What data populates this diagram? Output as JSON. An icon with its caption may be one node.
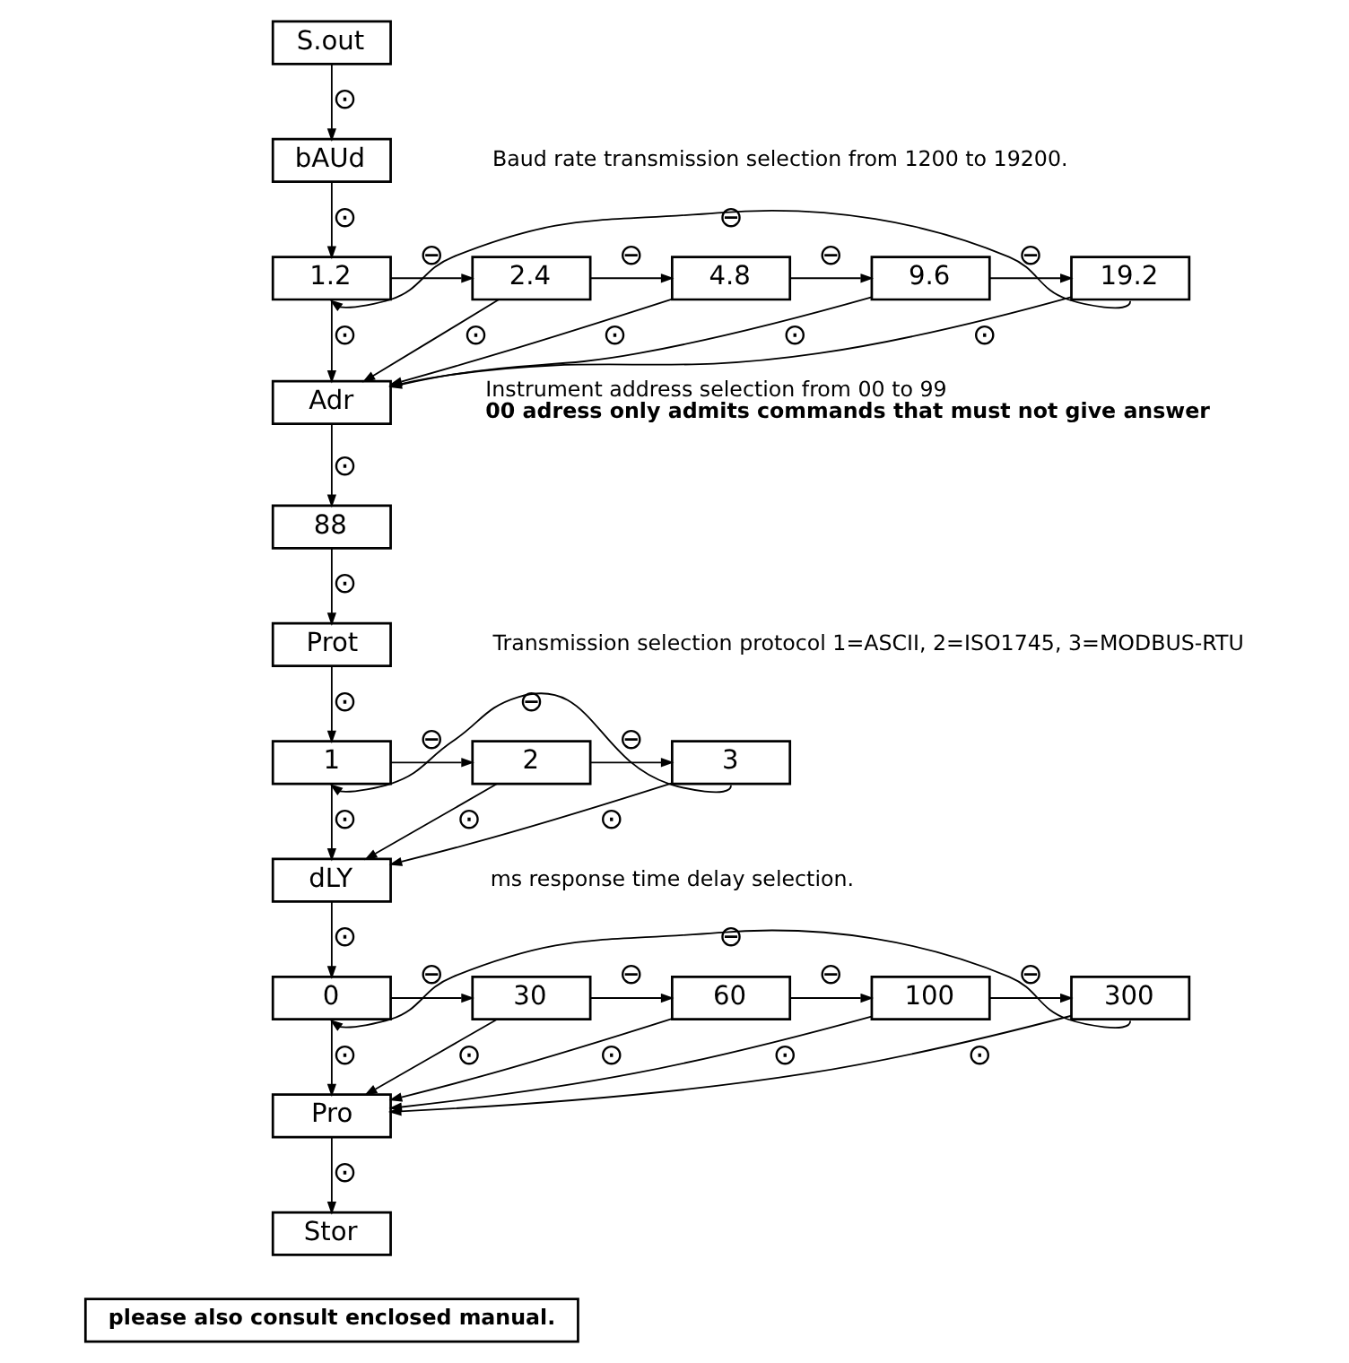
{
  "diagram": {
    "nodes": [
      {
        "text": [
          "S.out"
        ]
      },
      {
        "text": [
          "bAUd"
        ]
      },
      {
        "text": [
          "1.2"
        ]
      },
      {
        "text": [
          "2.4"
        ]
      },
      {
        "text": [
          "4.8"
        ]
      },
      {
        "text": [
          "9.6"
        ]
      },
      {
        "text": [
          "19.2"
        ]
      },
      {
        "text": [
          "Adr"
        ],
        "beside": [
          "Instrument address selection from 00 to 99",
          "00 adress only admits commands that must not give answer"
        ]
      },
      {
        "text": [
          "88"
        ]
      },
      {
        "text": [
          "Prot"
        ]
      },
      {
        "text": [
          "1"
        ]
      },
      {
        "text": [
          "2"
        ]
      },
      {
        "text": [
          "3"
        ]
      },
      {
        "text": [
          "dLY"
        ]
      },
      {
        "text": [
          "0"
        ]
      },
      {
        "text": [
          "30"
        ]
      },
      {
        "text": [
          "60"
        ]
      },
      {
        "text": [
          "100"
        ]
      },
      {
        "text": [
          "300"
        ]
      },
      {
        "text": [
          "Pro"
        ]
      },
      {
        "text": [
          "Stor"
        ]
      },
      {
        "text": [
          "please also consult enclosed manual."
        ]
      }
    ],
    "labels": [
      "Baud rate transmission selection from 1200 to 19200.",
      "Transmission selection protocol 1=ASCII, 2=ISO1745, 3=MODBUS-RTU",
      "ms response time delay selection."
    ],
    "edges": [
      {
        "from": 0,
        "to": 1,
        "arrow": "to",
        "label": "⊙"
      },
      {
        "from": 1,
        "to": 2,
        "arrow": "to",
        "label": "⊙"
      },
      {
        "from": 2,
        "to": 3,
        "arrow": "to",
        "label": "⊖"
      },
      {
        "from": 3,
        "to": 4,
        "arrow": "to",
        "label": "⊖"
      },
      {
        "from": 4,
        "to": 5,
        "arrow": "to",
        "label": "⊖"
      },
      {
        "from": 5,
        "to": 6,
        "arrow": "to",
        "label": "⊖"
      },
      {
        "from": 6,
        "to": 2,
        "arrow": "to",
        "label": "⊖"
      },
      {
        "from": 2,
        "to": 7,
        "arrow": "to",
        "label": "⊙"
      },
      {
        "from": 3,
        "to": 7,
        "arrow": "to",
        "label": "⊙"
      },
      {
        "from": 4,
        "to": 7,
        "arrow": "to",
        "label": "⊙"
      },
      {
        "from": 5,
        "to": 7,
        "arrow": "to",
        "label": "⊙"
      },
      {
        "from": 6,
        "to": 7,
        "arrow": "to",
        "label": "⊙"
      },
      {
        "from": 7,
        "to": 8,
        "arrow": "to",
        "label": "⊙"
      },
      {
        "from": 8,
        "to": 9,
        "arrow": "to",
        "label": "⊙"
      },
      {
        "from": 9,
        "to": 10,
        "arrow": "to",
        "label": "⊙"
      },
      {
        "from": 10,
        "to": 11,
        "arrow": "to",
        "label": "⊖"
      },
      {
        "from": 11,
        "to": 12,
        "arrow": "to",
        "label": "⊖"
      },
      {
        "from": 12,
        "to": 10,
        "arrow": "to",
        "label": "⊖"
      },
      {
        "from": 10,
        "to": 13,
        "arrow": "to",
        "label": "⊙"
      },
      {
        "from": 11,
        "to": 13,
        "arrow": "to",
        "label": "⊙"
      },
      {
        "from": 12,
        "to": 13,
        "arrow": "to",
        "label": "⊙"
      },
      {
        "from": 13,
        "to": 14,
        "arrow": "to",
        "label": "⊙"
      },
      {
        "from": 14,
        "to": 15,
        "arrow": "to",
        "label": "⊖"
      },
      {
        "from": 15,
        "to": 16,
        "arrow": "to",
        "label": "⊖"
      },
      {
        "from": 16,
        "to": 17,
        "arrow": "to",
        "label": "⊖"
      },
      {
        "from": 17,
        "to": 18,
        "arrow": "to",
        "label": "⊖"
      },
      {
        "from": 18,
        "to": 14,
        "arrow": "to",
        "label": "⊖"
      },
      {
        "from": 14,
        "to": 19,
        "arrow": "to",
        "label": "⊙"
      },
      {
        "from": 15,
        "to": 19,
        "arrow": "to",
        "label": "⊙"
      },
      {
        "from": 16,
        "to": 19,
        "arrow": "to",
        "label": "⊙"
      },
      {
        "from": 17,
        "to": 19,
        "arrow": "to",
        "label": "⊙"
      },
      {
        "from": 18,
        "to": 19,
        "arrow": "to",
        "label": "⊙"
      },
      {
        "from": 19,
        "to": 20,
        "arrow": "to",
        "label": "⊙"
      }
    ]
  }
}
